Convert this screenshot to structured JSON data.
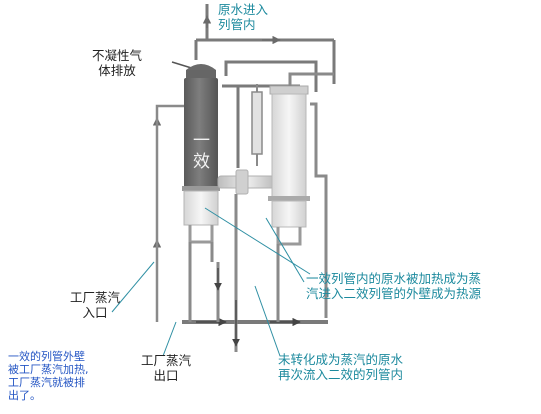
{
  "labels": {
    "raw_water_in": "原水进入\n列管内",
    "non_condensable_vent": "不凝性气\n体排放",
    "first_effect": "一\n效",
    "plant_steam_inlet": "工厂蒸汽\n入口",
    "plant_steam_outlet": "工厂蒸汽\n出口",
    "shell_heating_note": "一效的列管外壁\n被工厂蒸汽加热,\n工厂蒸汽就被排\n出了。",
    "first_effect_heating": "一效列管内的原水被加热成为蒸\n汽进入二效列管的外壁成为热源",
    "unconverted_water": "未转化成为蒸汽的原水\n再次流入二效的列管内"
  },
  "colors": {
    "label_dark": "#222222",
    "label_teal": "#1d8a9e",
    "label_blue": "#2556c4",
    "pipe": "#777777",
    "column_dark": "#5e5e5e",
    "column_light": "#e9e9e9"
  }
}
